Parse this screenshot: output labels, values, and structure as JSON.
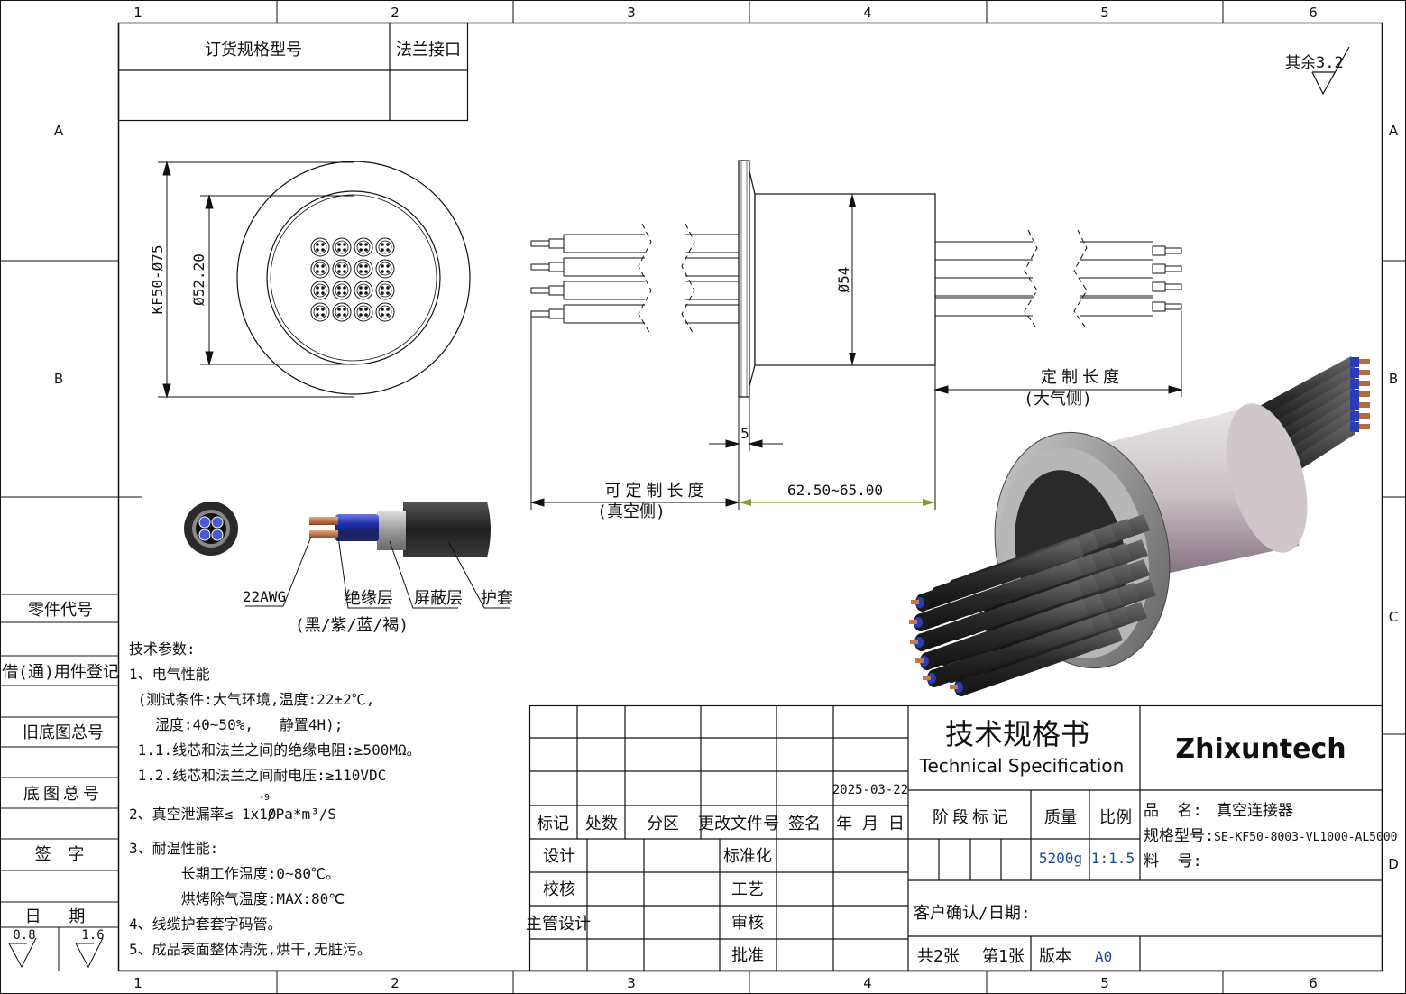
{
  "frame": {
    "zones_cols": [
      "1",
      "2",
      "3",
      "4",
      "5",
      "6"
    ],
    "zones_rows": [
      "A",
      "B",
      "C",
      "D"
    ]
  },
  "order_table": {
    "col1": "订货规格型号",
    "col2": "法兰接口"
  },
  "roughness": "其余3.2",
  "front_view": {
    "dim_outer": "KF50-Ø75",
    "dim_inner": "Ø52.20"
  },
  "side_view": {
    "dim_body": "Ø54",
    "dim_flange": "5",
    "dim_length": "62.50~65.00",
    "vacuum_length": "可定制长度",
    "vacuum_side": "(真空侧)",
    "air_length": "定制长度",
    "air_side": "(大气侧)"
  },
  "cable": {
    "conductor": "22AWG",
    "insulation": "绝缘层",
    "insulation_colors": "(黑/紫/蓝/褐)",
    "shield": "屏蔽层",
    "jacket": "护套"
  },
  "left_column": {
    "part_code": "零件代号",
    "borrow_reg": "借(通)用件登记",
    "old_drawing_no": "旧底图总号",
    "drawing_no": "底图总号",
    "signature": "签 字",
    "date": "日 期",
    "rough_left": "0.8",
    "rough_right": "1.6"
  },
  "tech_notes": {
    "heading": "技术参数:",
    "lines": [
      "1、电气性能",
      " (测试条件:大气环境,温度:22±2℃,",
      "   湿度:40~50%,   静置4H);",
      " 1.1.线芯和法兰之间的绝缘电阻:≥500MΩ。",
      " 1.2.线芯和法兰之间耐电压:≥110VDC",
      "2、真空泄漏率≤ 1x10",
      "3、耐温性能:",
      "      长期工作温度:0~80℃。",
      "      烘烤除气温度:MAX:80℃",
      "4、线缆护套套字码管。",
      "5、成品表面整体清洗,烘干,无脏污。"
    ],
    "exponent": "-9",
    "leak_unit": "/Pa*m³/S"
  },
  "title_block": {
    "date": "2025-03-22",
    "rev_headers": [
      "标记",
      "处数",
      "分区",
      "更改文件号",
      "签名",
      "年 月 日"
    ],
    "roles_left": [
      "设计",
      "校核",
      "主管设计"
    ],
    "roles_mid": [
      "标准化",
      "工艺",
      "审核",
      "批准"
    ],
    "title_cn": "技术规格书",
    "title_en": "Technical Specification",
    "company": "Zhixuntech",
    "stage_label": "阶段标记",
    "mass_label": "质量",
    "scale_label": "比例",
    "mass_value": "5200g",
    "scale_value": "1:1.5",
    "name_label": "品  名:",
    "name_value": "真空连接器",
    "model_label": "规格型号:",
    "model_value": "SE-KF50-8003-VL1000-AL5000",
    "material_label": "料  号:",
    "customer": "客户确认/日期:",
    "sheets_total": "共2张",
    "sheet_no": "第1张",
    "version_label": "版本",
    "version_value": "A0"
  },
  "colors": {
    "line": "#111111",
    "dim_blue": "#1a4a9a",
    "cable_black": "#2b2b2b",
    "shield_gray": "#9a9a9a",
    "insulation_blue": "#2a3db8",
    "copper": "#b46a3c",
    "body_silver": "#c9c4c4"
  }
}
